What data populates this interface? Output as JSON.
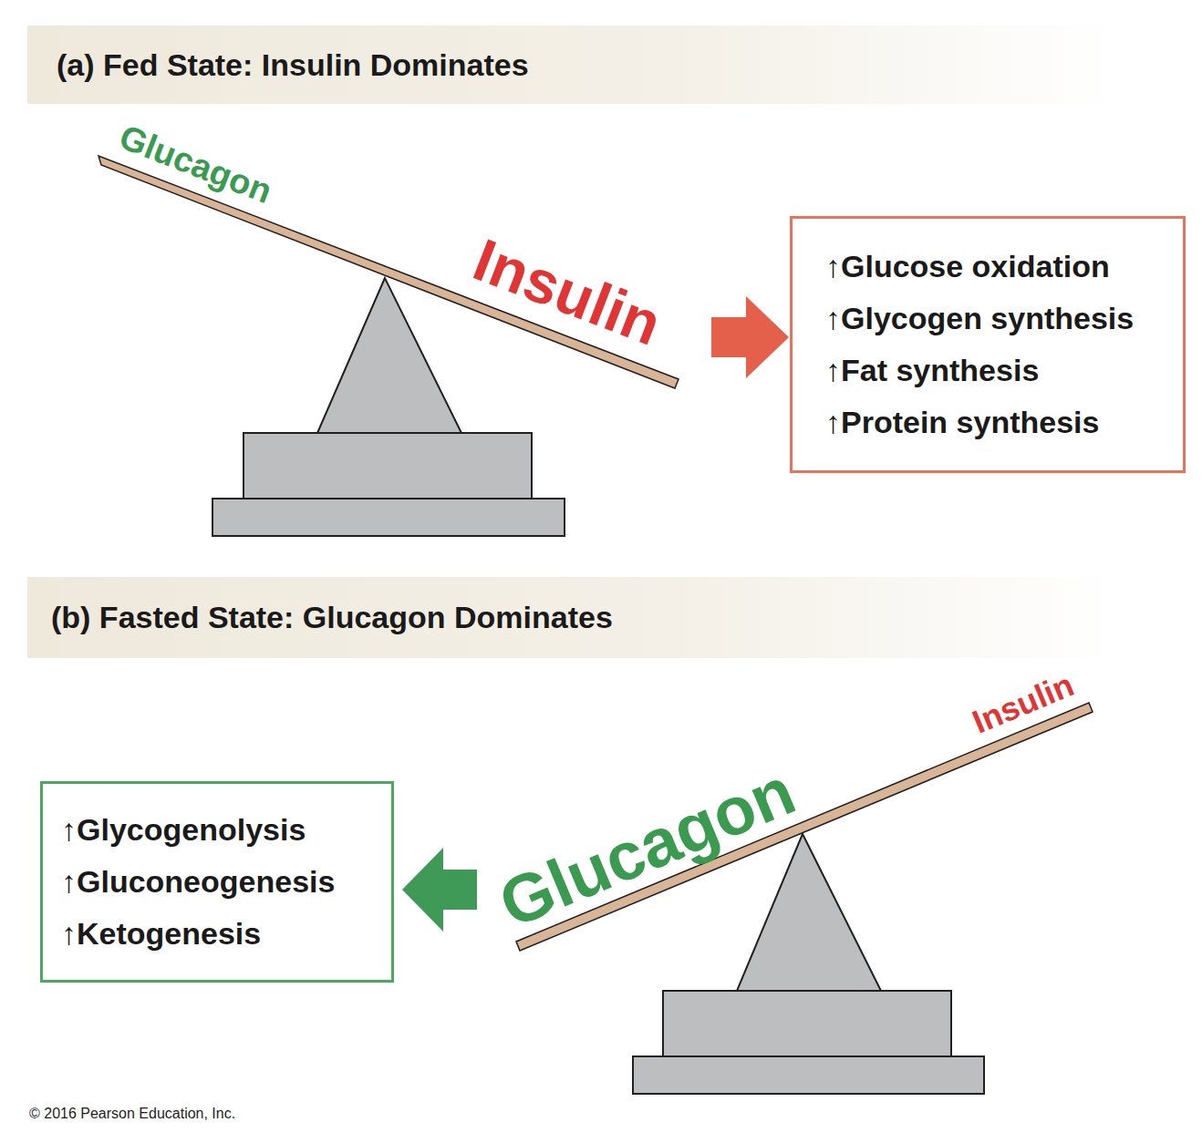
{
  "diagram": {
    "nodes": [
      {
        "text": [
          "(a) Fed State: Insulin Dominates"
        ]
      },
      {
        "text": [
          "↑Glucose oxidation",
          "↑Glycogen synthesis",
          "↑Fat synthesis",
          "↑Protein synthesis"
        ]
      },
      {
        "text": [
          "(b) Fasted State: Glucagon Dominates"
        ]
      },
      {
        "text": [
          "↑Glycogenolysis",
          "↑Gluconeogenesis",
          "↑Ketogenesis"
        ]
      }
    ],
    "labels": [
      "Glucagon",
      "Insulin",
      "Glucagon",
      "Insulin",
      "© 2016 Pearson Education, Inc."
    ]
  }
}
